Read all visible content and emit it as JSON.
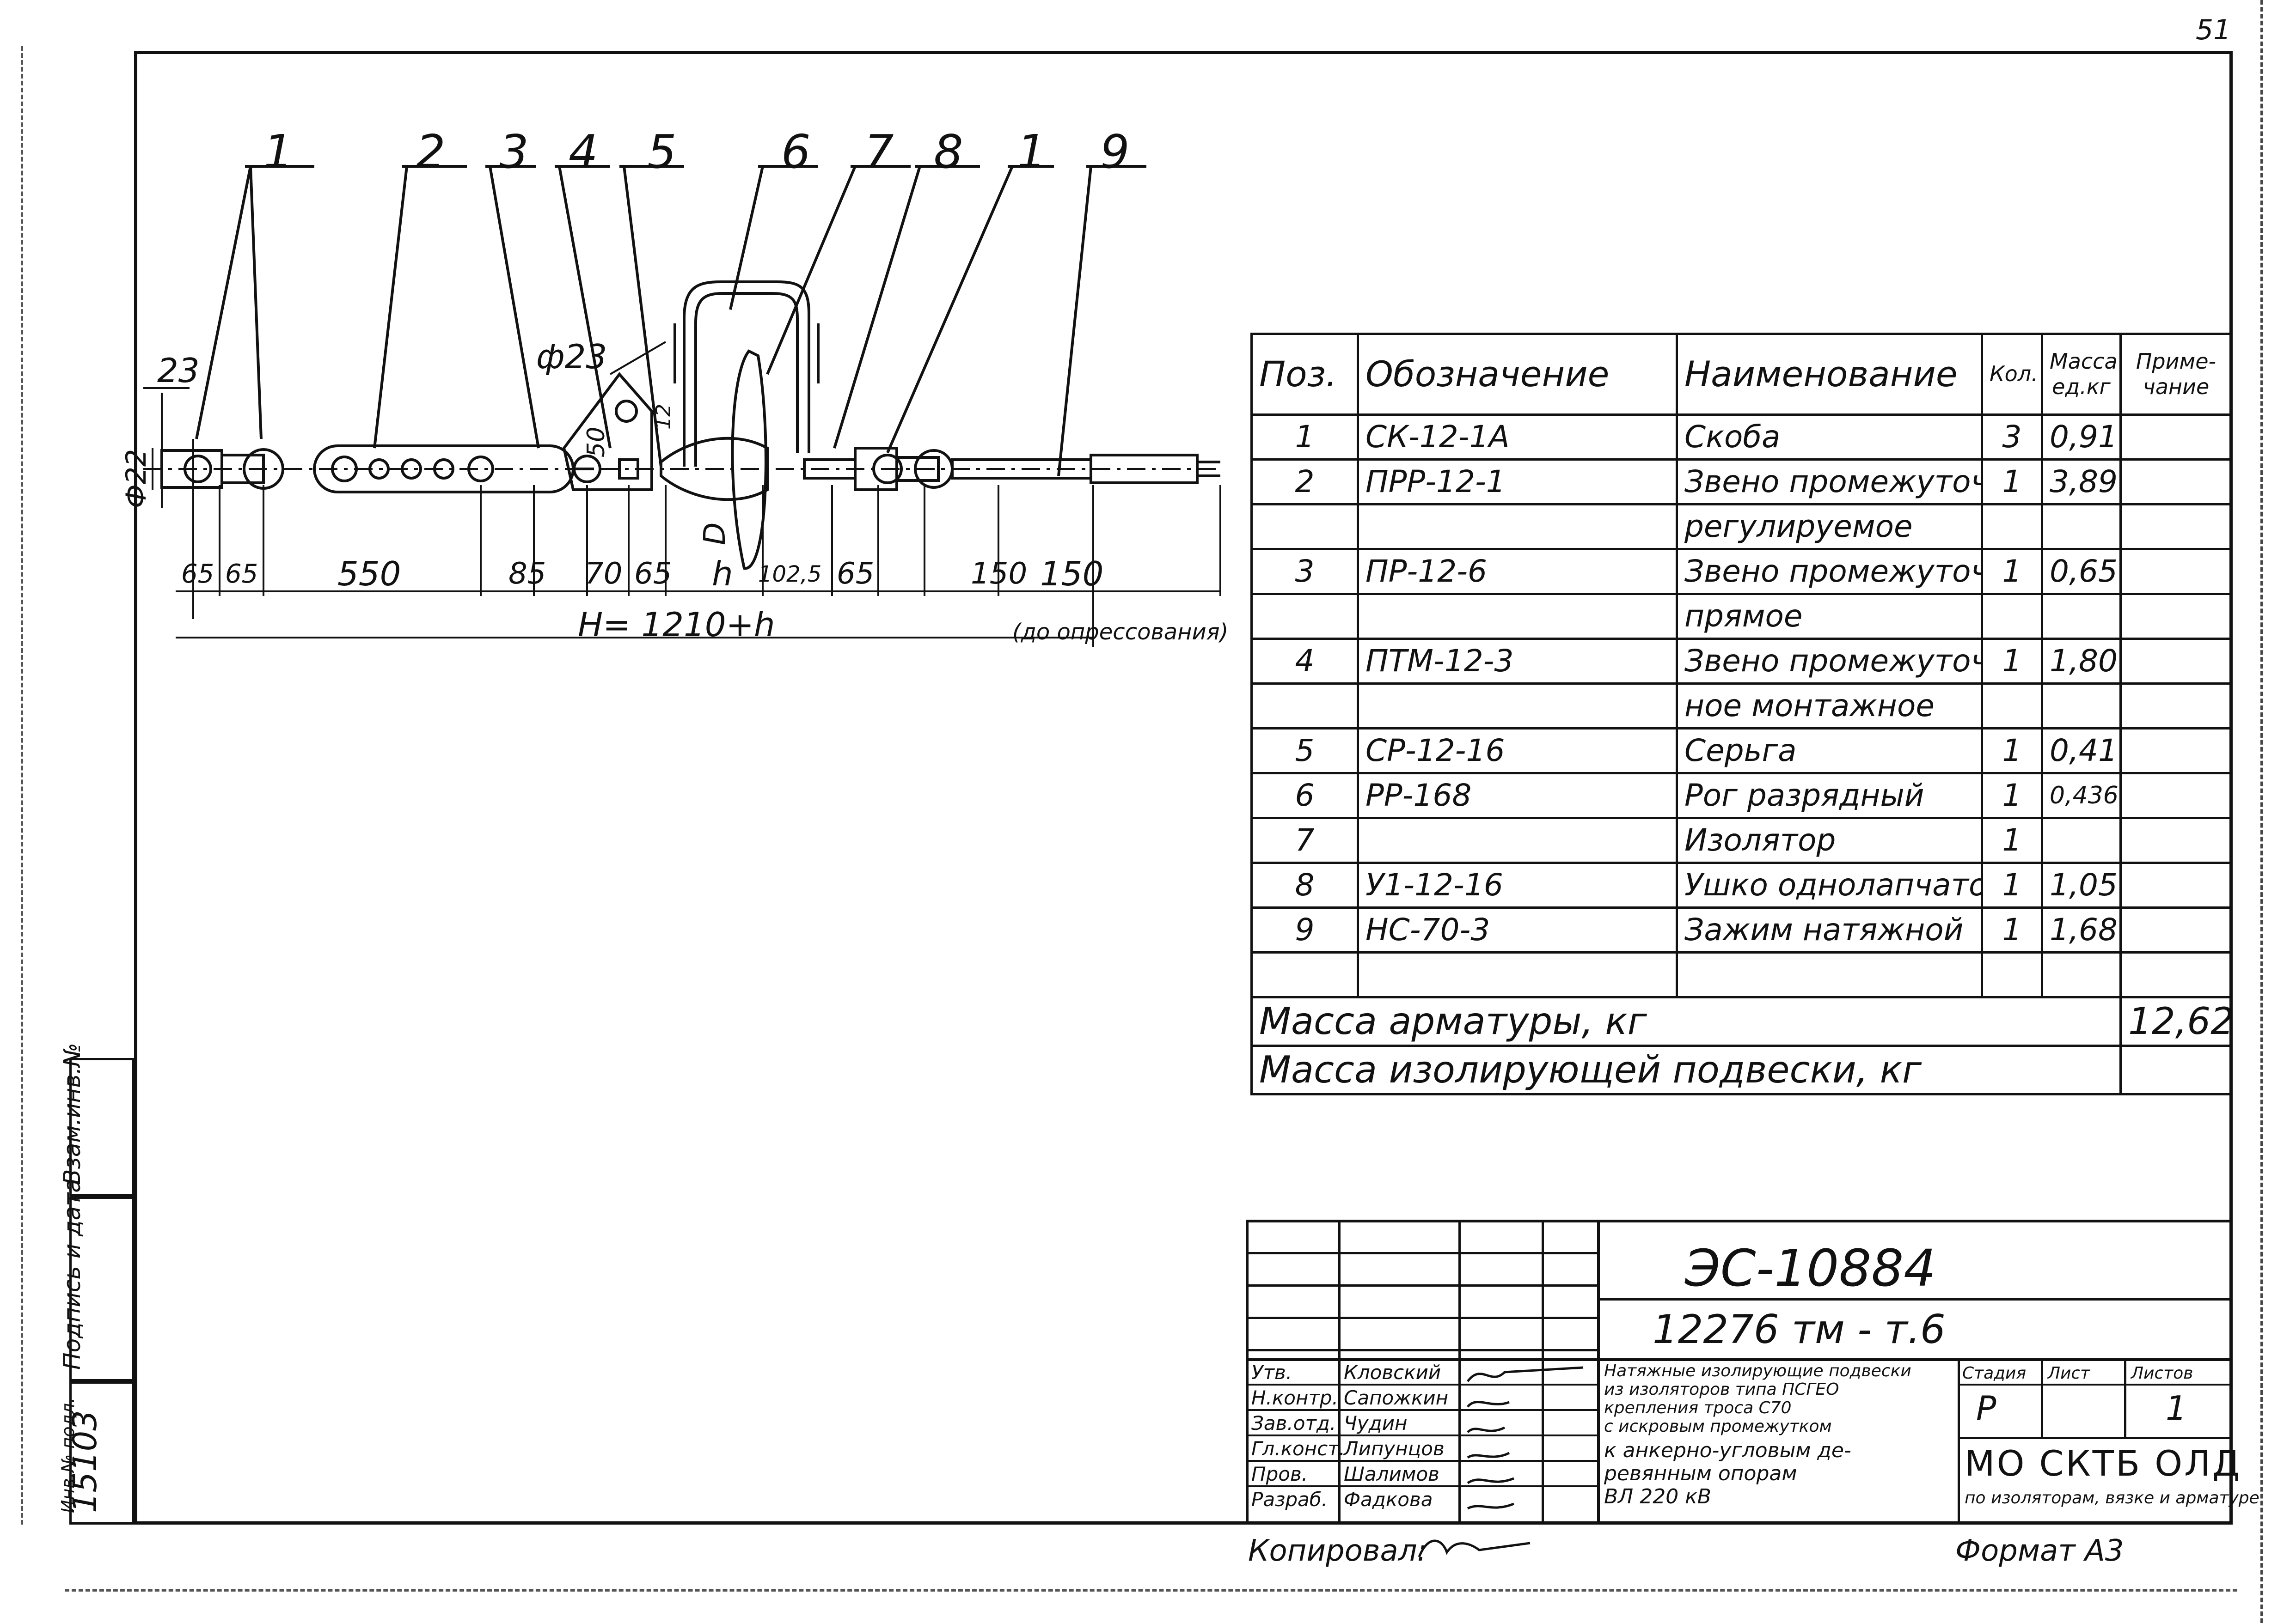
{
  "page_number": "51",
  "drawing": {
    "position_labels": [
      "1",
      "2",
      "3",
      "4",
      "5",
      "6",
      "7",
      "8",
      "1",
      "9"
    ],
    "dims_top": {
      "d23_left": "23",
      "d_phi23": "ф23",
      "d22": "Ф22",
      "d50": "50",
      "d12": "12",
      "d_D": "D"
    },
    "dims_bottom": [
      "65",
      "65",
      "550",
      "85",
      "70",
      "65",
      "h",
      "102,5",
      "65",
      "150",
      "150"
    ],
    "total_formula": "H= 1210+h",
    "note": "(до опрессования)"
  },
  "spec_table": {
    "headers": [
      "Поз.",
      "Обозначение",
      "Наименование",
      "Кол.",
      "Масса ед.кг",
      "Приме-чание"
    ],
    "rows": [
      [
        "1",
        "СК-12-1А",
        "Скоба",
        "3",
        "0,91",
        ""
      ],
      [
        "2",
        "ПРР-12-1",
        "Звено промежуточное",
        "1",
        "3,89",
        ""
      ],
      [
        "",
        "",
        "регулируемое",
        "",
        "",
        ""
      ],
      [
        "3",
        "ПР-12-6",
        "Звено промежуточное",
        "1",
        "0,65",
        ""
      ],
      [
        "",
        "",
        "прямое",
        "",
        "",
        ""
      ],
      [
        "4",
        "ПТМ-12-3",
        "Звено промежуточ-",
        "1",
        "1,80",
        ""
      ],
      [
        "",
        "",
        "ное монтажное",
        "",
        "",
        ""
      ],
      [
        "5",
        "СР-12-16",
        "Серьга",
        "1",
        "0,41",
        ""
      ],
      [
        "6",
        "РР-168",
        "Рог разрядный",
        "1",
        "0,436",
        ""
      ],
      [
        "7",
        "",
        "Изолятор",
        "1",
        "",
        ""
      ],
      [
        "8",
        "У1-12-16",
        "Ушко однолапчатое",
        "1",
        "1,05",
        ""
      ],
      [
        "9",
        "НС-70-3",
        "Зажим натяжной",
        "1",
        "1,68",
        ""
      ],
      [
        "",
        "",
        "",
        "",
        "",
        ""
      ]
    ],
    "mass_fittings_label": "Масса арматуры, кг",
    "mass_fittings_value": "12,62",
    "mass_suspension_label": "Масса изолирующей подвески, кг",
    "mass_suspension_value": ""
  },
  "binding_strip": {
    "swap_inv": "Взам.инв.№",
    "sign_date": "Подпись и дата",
    "inv_orig_label": "Инв.№ подл.",
    "inv_orig_value": "15103"
  },
  "title_block": {
    "doc_code": "ЭС-10884",
    "sheet_code": "12276 тм - т.6",
    "roles": [
      "Утв.",
      "Н.контр.",
      "Зав.отд.",
      "Гл.конст.",
      "Пров.",
      "Разраб."
    ],
    "names": [
      "Кловский",
      "Сапожкин",
      "Чудин",
      "Липунцов",
      "Шалимов",
      "Фадкова"
    ],
    "description": [
      "Натяжные изолирующие подвески",
      "из изоляторов типа ПСГЕО",
      "крепления троса С70",
      "с искровым промежутком",
      "к анкерно-угловым де-",
      "ревянным опорам",
      "ВЛ 220 кВ"
    ],
    "stage_label": "Стадия",
    "sheet_label": "Лист",
    "sheets_label": "Листов",
    "stage_value": "Р",
    "sheet_value": "",
    "sheets_value": "1",
    "org_name": "МО СКТБ ОЛД",
    "org_sub": "по изоляторам, вязке и арматуре"
  },
  "footer": {
    "copied_label": "Копировал:",
    "format_label": "Формат А3"
  }
}
